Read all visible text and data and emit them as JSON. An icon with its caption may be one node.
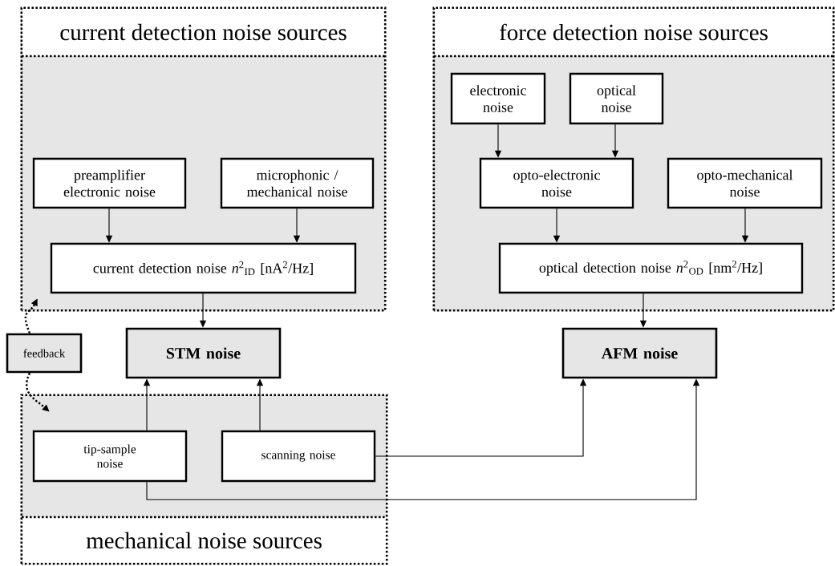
{
  "diagram": {
    "nodes": [
      {
        "text": [
          "current detection noise sources"
        ]
      },
      {
        "text": [
          "preamplifier electronic noise"
        ],
        "in": 0
      },
      {
        "text": [
          "microphonic / mechanical noise"
        ],
        "in": 0
      },
      {
        "text": [
          "current detection noise *n*$^{2}$$_{ID}$ [nA$^{2}$/Hz]"
        ],
        "in": 0
      },
      {
        "text": [
          "force detection noise sources"
        ]
      },
      {
        "text": [
          "electronic noise"
        ],
        "in": 4
      },
      {
        "text": [
          "optical noise"
        ],
        "in": 4
      },
      {
        "text": [
          "opto-electronic noise"
        ],
        "in": 4
      },
      {
        "text": [
          "opto-mechanical noise"
        ],
        "in": 4
      },
      {
        "text": [
          "optical detection noise *n*$^{2}$$_{OD}$ [nm$^{2}$/Hz]"
        ],
        "in": 4
      },
      {
        "text": [
          "STM noise"
        ]
      },
      {
        "text": [
          "AFM noise"
        ]
      },
      {
        "text": [
          "feedback"
        ]
      },
      {
        "text": [
          "mechanical noise sources"
        ]
      },
      {
        "text": [
          "tip-sample noise"
        ],
        "in": 13
      },
      {
        "text": [
          "scanning noise"
        ],
        "in": 13
      }
    ],
    "edges": [
      {
        "from": 1,
        "to": 3,
        "arrow": "to"
      },
      {
        "from": 2,
        "to": 3,
        "arrow": "to"
      },
      {
        "from": 3,
        "to": 10,
        "arrow": "to"
      },
      {
        "from": 5,
        "to": 7,
        "arrow": "to"
      },
      {
        "from": 6,
        "to": 7,
        "arrow": "to"
      },
      {
        "from": 7,
        "to": 9,
        "arrow": "to"
      },
      {
        "from": 8,
        "to": 9,
        "arrow": "to"
      },
      {
        "from": 9,
        "to": 11,
        "arrow": "to"
      },
      {
        "from": 14,
        "to": 10,
        "arrow": "to"
      },
      {
        "from": 15,
        "to": 10,
        "arrow": "to"
      },
      {
        "from": 15,
        "to": 11,
        "arrow": "to"
      },
      {
        "from": 14,
        "to": 11,
        "arrow": "to"
      },
      {
        "from": 12,
        "to": 0,
        "arrow": "to",
        "style": "dashed"
      },
      {
        "from": 12,
        "to": 13,
        "arrow": "to",
        "style": "dashed"
      }
    ]
  }
}
